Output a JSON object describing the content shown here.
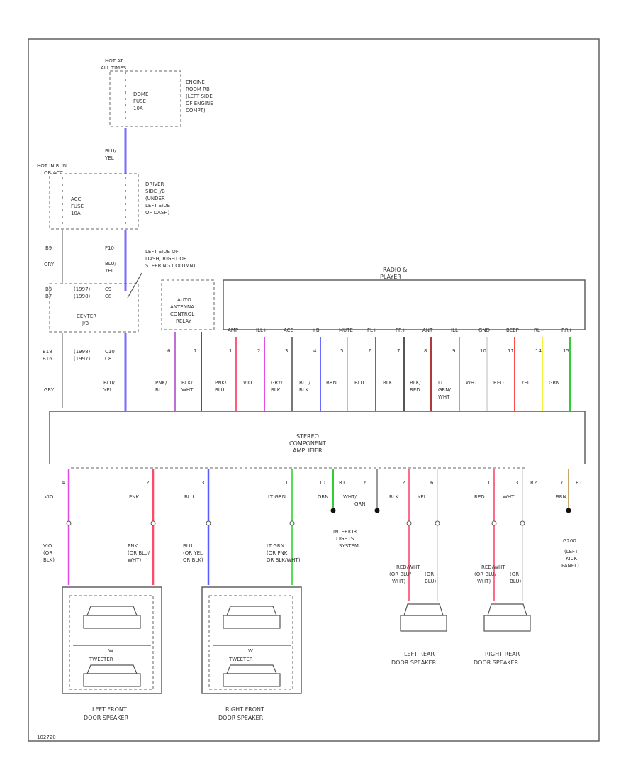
{
  "diagram_id": "102720",
  "power": {
    "hot_at_label": [
      "HOT AT",
      "ALL TIMES"
    ],
    "dome_fuse": [
      "DOME",
      "FUSE",
      "10A"
    ],
    "engine_box": [
      "ENGINE",
      "ROOM RB",
      "(LEFT SIDE",
      "OF ENGINE",
      "COMPT)"
    ],
    "hot_in_run": [
      "HOT IN RUN",
      "OR ACC"
    ],
    "acc_fuse": [
      "ACC",
      "FUSE",
      "10A"
    ],
    "driver_jb": [
      "DRIVER",
      "SIDE J/B",
      "(UNDER",
      "LEFT SIDE",
      "OF DASH)"
    ],
    "wire_blu_yel": [
      "BLU/",
      "YEL"
    ],
    "pin_b9": "B9",
    "pin_f10": "F10",
    "pin_b3": "B3",
    "pin_b7": "B7",
    "wire_gry": "GRY",
    "relay_tags": [
      "(1997)",
      "(1998)"
    ],
    "pin_c8": "C8",
    "pin_c9": "C9",
    "pin_c10": "C10",
    "steering_note": [
      "LEFT SIDE OF",
      "DASH, RIGHT OF",
      "STEERING COLUMN)"
    ],
    "center_jb": [
      "CENTER",
      "J/B"
    ],
    "lower_pins": [
      "B18",
      "B16"
    ],
    "lower_years": [
      "(1998)",
      "(1997)"
    ],
    "lower_c": [
      "C10",
      "C8"
    ]
  },
  "antenna_relay": [
    "AUTO",
    "ANTENNA",
    "CONTROL",
    "RELAY"
  ],
  "antenna_pins": [
    "6",
    "7"
  ],
  "antenna_wires": [
    [
      "PNK/",
      "BLU"
    ],
    [
      "BLK/",
      "WHT"
    ]
  ],
  "radio": {
    "title": [
      "RADIO &",
      "PLAYER"
    ],
    "pins": [
      {
        "name": "AMP",
        "num": "1",
        "wire": [
          "PNK/",
          "BLU"
        ],
        "color": "#ff5a7a"
      },
      {
        "name": "ILL+",
        "num": "2",
        "wire": [
          "VIO"
        ],
        "color": "#e64ce6"
      },
      {
        "name": "ACC",
        "num": "3",
        "wire": [
          "GRY/",
          "BLK"
        ],
        "color": "#777777"
      },
      {
        "name": "+B",
        "num": "4",
        "wire": [
          "BLU/",
          "BLK"
        ],
        "color": "#6b6bff"
      },
      {
        "name": "MUTE",
        "num": "5",
        "wire": [
          "BRN"
        ],
        "color": "#d9c27a"
      },
      {
        "name": "FL+",
        "num": "6",
        "wire": [
          "BLU"
        ],
        "color": "#5a5aff"
      },
      {
        "name": "FR+",
        "num": "7",
        "wire": [
          "BLK"
        ],
        "color": "#555555"
      },
      {
        "name": "ANT",
        "num": "8",
        "wire": [
          "BLK/",
          "RED"
        ],
        "color": "#b03a3a"
      },
      {
        "name": "ILL-",
        "num": "9",
        "wire": [
          "LT",
          "GRN/",
          "WHT"
        ],
        "color": "#55e055"
      },
      {
        "name": "GND",
        "num": "10",
        "wire": [
          "WHT"
        ],
        "color": "#dddddd"
      },
      {
        "name": "BEEP",
        "num": "11",
        "wire": [
          "RED"
        ],
        "color": "#ff4a4a"
      },
      {
        "name": "RL+",
        "num": "14",
        "wire": [
          "YEL"
        ],
        "color": "#f2f23a"
      },
      {
        "name": "RR+",
        "num": "15",
        "wire": [
          "GRN"
        ],
        "color": "#33cc33"
      }
    ]
  },
  "amplifier": {
    "title": [
      "STEREO",
      "COMPONENT",
      "AMPLIFIER"
    ],
    "outputs": [
      {
        "num": "4",
        "wire": "VIO",
        "color": "#e64ce6",
        "lower": [
          "VIO",
          "(OR",
          "BLK)"
        ]
      },
      {
        "num": "2",
        "wire": "PNK",
        "color": "#ff4a6a",
        "lower": [
          "PNK",
          "(OR BLU/",
          "WHT)"
        ]
      },
      {
        "num": "3",
        "wire": "BLU",
        "color": "#5a5aff",
        "lower": [
          "BLU",
          "(OR YEL",
          "OR BLK)"
        ]
      },
      {
        "num": "1",
        "wire": "LT GRN",
        "color": "#55e055",
        "lower": [
          "LT GRN",
          "(OR PNK",
          "OR BLK/WHT)"
        ]
      }
    ],
    "grn_pin": "10",
    "grn_wire": "GRN",
    "r1_pin": "R1",
    "wht_grn_pin": "6",
    "wht_grn_wire": [
      "WHT/",
      "GRN"
    ],
    "interior": [
      "INTERIOR",
      "LIGHTS",
      "SYSTEM"
    ],
    "rear_left": [
      {
        "num": "2",
        "wire": "BLK",
        "color": "#ff6b8a"
      },
      {
        "num": "6",
        "wire": "YEL",
        "color": "#f2f23a"
      }
    ],
    "rear_right": [
      {
        "num": "1",
        "wire": "RED",
        "color": "#ff6b8a"
      },
      {
        "num": "3",
        "wire": "WHT",
        "color": "#dddddd"
      }
    ],
    "r2_pin": "R2",
    "brn_pin": "7",
    "brn_wire": "BRN",
    "r1b_pin": "R1",
    "ground": [
      "G200",
      "(LEFT",
      "KICK",
      "PANEL)"
    ],
    "rear_left_lower": [
      "RED/WHT",
      "(OR BLU/",
      "WHT)",
      "(OR",
      "BLU)"
    ],
    "rear_right_lower": [
      "RED/WHT",
      "(OR BLU/",
      "WHT)",
      "(OR",
      "BLU)"
    ]
  },
  "speakers": {
    "tweeter": "TWEETER",
    "woofer_label": "W",
    "left_front": [
      "LEFT FRONT",
      "DOOR SPEAKER"
    ],
    "right_front": [
      "RIGHT FRONT",
      "DOOR SPEAKER"
    ],
    "left_rear": [
      "LEFT REAR",
      "DOOR SPEAKER"
    ],
    "right_rear": [
      "RIGHT REAR",
      "DOOR SPEAKER"
    ]
  }
}
